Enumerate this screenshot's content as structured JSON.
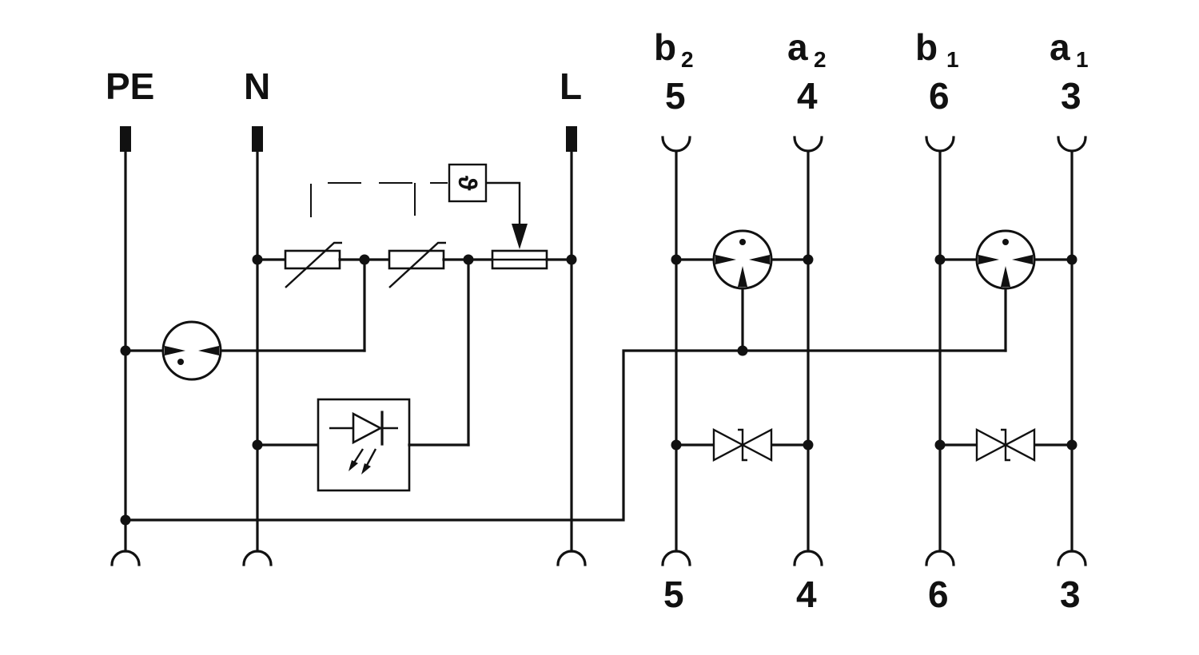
{
  "terminals_top": {
    "pe": "PE",
    "n": "N",
    "l": "L",
    "b2": {
      "letter": "b",
      "sub": "2",
      "num": "5"
    },
    "a2": {
      "letter": "a",
      "sub": "2",
      "num": "4"
    },
    "b1": {
      "letter": "b",
      "sub": "1",
      "num": "6"
    },
    "a1": {
      "letter": "a",
      "sub": "1",
      "num": "3"
    }
  },
  "terminals_bottom": [
    "5",
    "4",
    "6",
    "3"
  ],
  "thermal_symbol": "ϑ"
}
